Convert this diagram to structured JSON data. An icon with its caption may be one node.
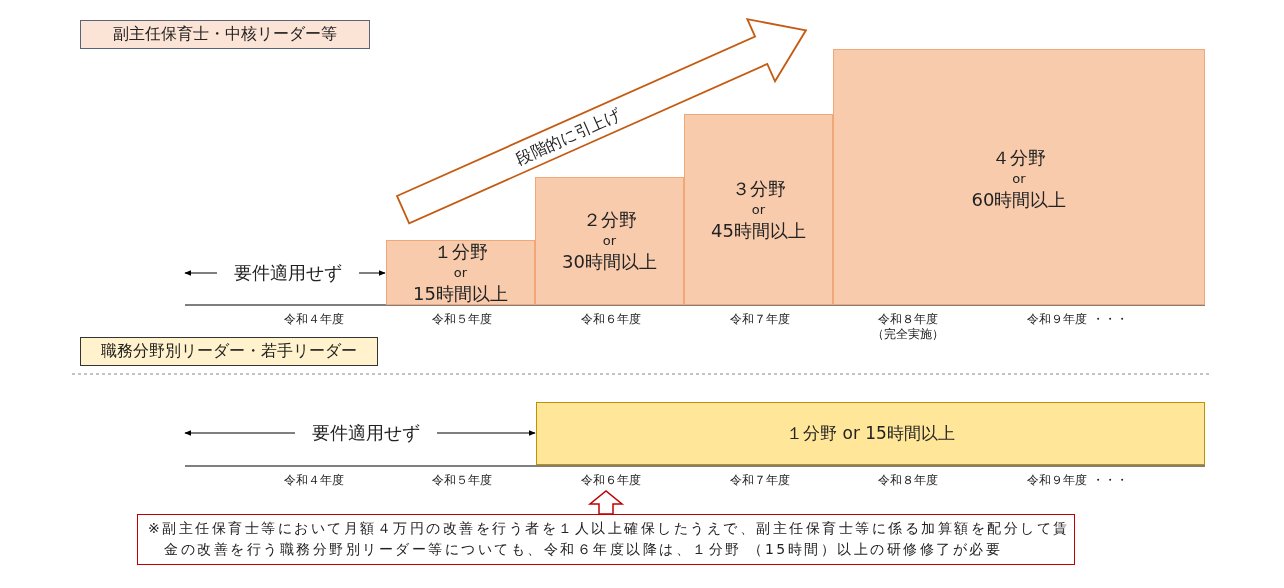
{
  "diagram": {
    "nodes": [
      {
        "text": [
          "副主任保育士・中核リーダー等"
        ]
      },
      {
        "text": [
          "要件適用せず"
        ]
      },
      {
        "text": [
          "１分野",
          "or",
          "15時間以上"
        ]
      },
      {
        "text": [
          "２分野",
          "or",
          "30時間以上"
        ]
      },
      {
        "text": [
          "３分野",
          "or",
          "45時間以上"
        ]
      },
      {
        "text": [
          "４分野",
          "or",
          "60時間以上"
        ]
      },
      {
        "text": [
          "段階的に引上げ"
        ]
      },
      {
        "text": [
          "職務分野別リーダー・若手リーダー"
        ]
      },
      {
        "text": [
          "要件適用せず"
        ]
      },
      {
        "text": [
          "１分野 or 15時間以上"
        ]
      },
      {
        "text": [
          "※副主任保育士等において月額４万円の改善を行う者を１人以上確保したうえで、副主任保育士等に係る加算額を配分して賃金の改善を行う職務分野別リーダー等についても、令和６年度以降は、１分野 （15時間）以上の研修修了が必要"
        ]
      },
      {
        "text": [
          "令和６年度"
        ]
      }
    ],
    "edges": [
      {
        "from": 1,
        "to": null,
        "arrow": "to"
      },
      {
        "from": 1,
        "to": 2,
        "arrow": "to"
      },
      {
        "from": 8,
        "to": null,
        "arrow": "to"
      },
      {
        "from": 8,
        "to": 9,
        "arrow": "to"
      },
      {
        "from": 10,
        "to": 11,
        "arrow": "to",
        "color": "#c00000"
      }
    ],
    "labels": [
      "令和４年度",
      "令和５年度",
      "令和６年度",
      "令和７年度",
      "令和８年度",
      "（完全実施）",
      "令和９年度",
      "・・・",
      "令和４年度",
      "令和５年度",
      "令和７年度",
      "令和８年度",
      "令和９年度",
      "・・・"
    ]
  }
}
